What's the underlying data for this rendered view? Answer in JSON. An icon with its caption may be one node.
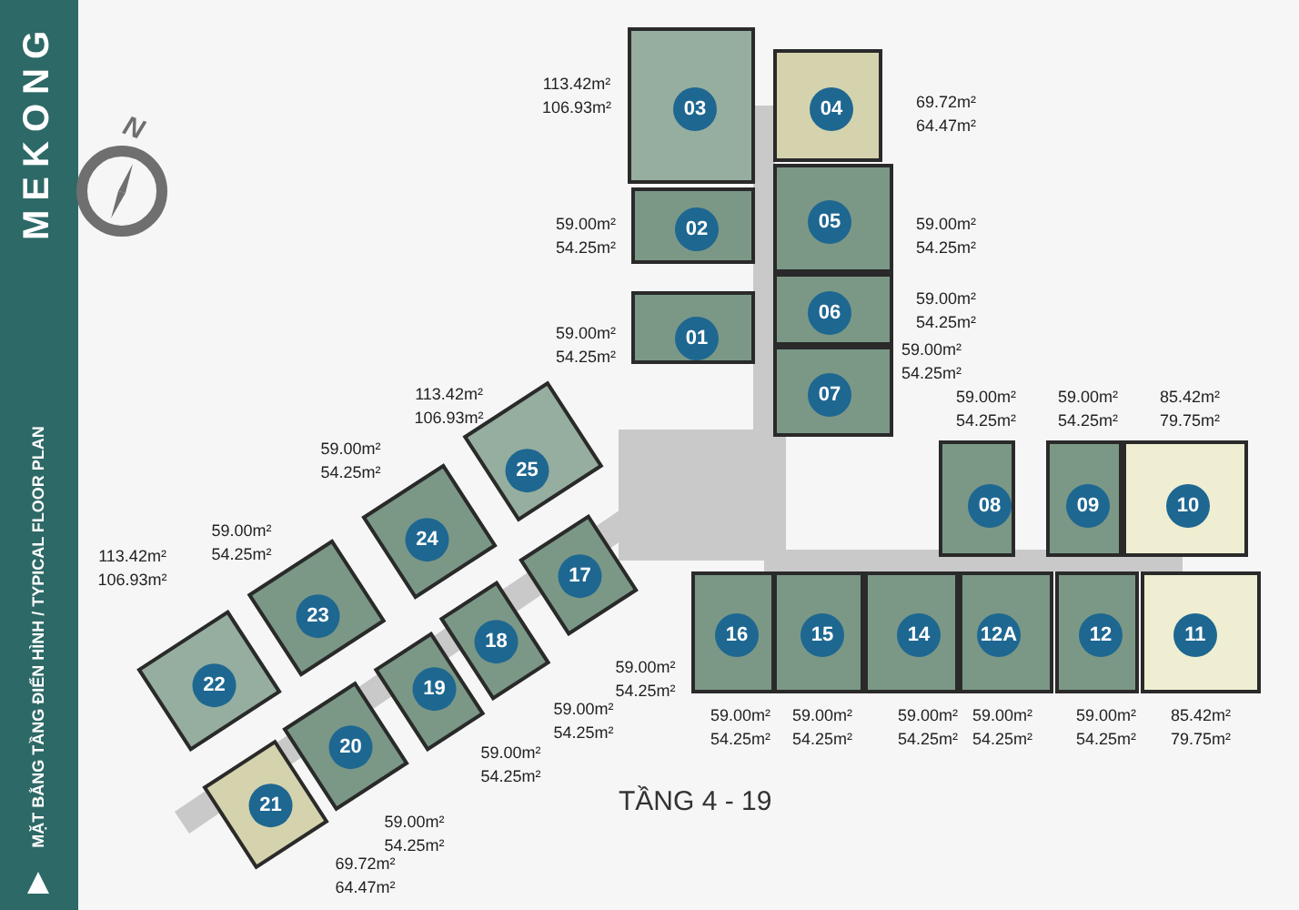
{
  "diagram": {
    "nodes": [
      {
        "text": [
          "03"
        ],
        "beside": [
          "113.42m²",
          "106.93m²"
        ]
      },
      {
        "text": [
          "04"
        ],
        "beside": [
          "69.72m²",
          "64.47m²"
        ]
      },
      {
        "text": [
          "02"
        ],
        "beside": [
          "59.00m²",
          "54.25m²"
        ]
      },
      {
        "text": [
          "05"
        ],
        "beside": [
          "59.00m²",
          "54.25m²"
        ]
      },
      {
        "text": [
          "01"
        ],
        "beside": [
          "59.00m²",
          "54.25m²"
        ]
      },
      {
        "text": [
          "06"
        ],
        "beside": [
          "59.00m²",
          "54.25m²"
        ]
      },
      {
        "text": [
          "07"
        ],
        "beside": [
          "59.00m²",
          "54.25m²"
        ]
      },
      {
        "text": [
          "25"
        ],
        "beside": [
          "113.42m²",
          "106.93m²"
        ]
      },
      {
        "text": [
          "08"
        ],
        "beside": [
          "59.00m²",
          "54.25m²"
        ]
      },
      {
        "text": [
          "09"
        ],
        "beside": [
          "59.00m²",
          "54.25m²"
        ]
      },
      {
        "text": [
          "10"
        ],
        "beside": [
          "85.42m²",
          "79.75m²"
        ]
      },
      {
        "text": [
          "24"
        ],
        "beside": [
          "59.00m²",
          "54.25m²"
        ]
      },
      {
        "text": [
          "23"
        ],
        "beside": [
          "59.00m²",
          "54.25m²"
        ]
      },
      {
        "text": [
          "17"
        ],
        "beside": [
          "59.00m²",
          "54.25m²"
        ]
      },
      {
        "text": [
          "18"
        ],
        "beside": [
          "59.00m²",
          "54.25m²"
        ]
      },
      {
        "text": [
          "16"
        ],
        "beside": [
          "59.00m²",
          "54.25m²"
        ]
      },
      {
        "text": [
          "15"
        ],
        "beside": [
          "59.00m²",
          "54.25m²"
        ]
      },
      {
        "text": [
          "14"
        ],
        "beside": [
          "59.00m²",
          "54.25m²"
        ]
      },
      {
        "text": [
          "12A"
        ],
        "beside": [
          "59.00m²",
          "54.25m²"
        ]
      },
      {
        "text": [
          "12"
        ],
        "beside": [
          "59.00m²",
          "54.25m²"
        ]
      },
      {
        "text": [
          "11"
        ],
        "beside": [
          "85.42m²",
          "79.75m²"
        ]
      },
      {
        "text": [
          "22"
        ],
        "beside": [
          "113.42m²",
          "106.93m²"
        ]
      },
      {
        "text": [
          "19"
        ],
        "beside": [
          "59.00m²",
          "54.25m²"
        ]
      },
      {
        "text": [
          "20"
        ],
        "beside": [
          "59.00m²",
          "54.25m²"
        ]
      },
      {
        "text": [
          "21"
        ],
        "beside": [
          "69.72m²",
          "64.47m²"
        ]
      }
    ],
    "labels": [
      "MEKONG",
      "N",
      "MẶT BẰNG TẦNG ĐIỂN HÌNH / TYPICAL FLOOR PLAN",
      "TẦNG 4 - 19"
    ]
  }
}
